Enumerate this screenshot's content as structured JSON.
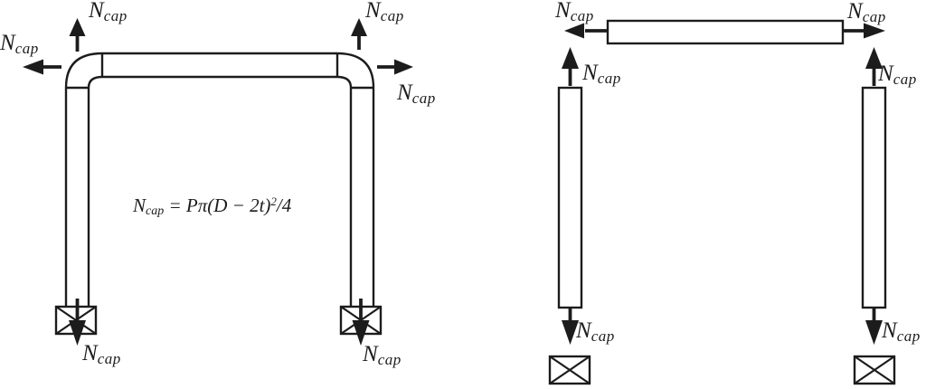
{
  "colors": {
    "ink": "#1c1c1c",
    "background": "#ffffff"
  },
  "force_label": {
    "base": "N",
    "subscript": "cap"
  },
  "formula": {
    "lhs_base": "N",
    "lhs_subscript": "cap",
    "equals_and_body": " = Pπ(D − 2t)",
    "exponent": "2",
    "tail": "/4"
  },
  "left_diagram": {
    "kind": "pipe-frame-with-end-cap-forces",
    "supports": "crossed-box-fixed-supports",
    "force_arrows": [
      "up-at-left-corner",
      "left-at-left-corner",
      "up-at-right-corner",
      "right-at-right-corner",
      "down-into-left-support",
      "down-into-right-support"
    ]
  },
  "right_diagram": {
    "kind": "exploded-free-body-members",
    "members": [
      "top-horizontal-bar",
      "left-column",
      "right-column"
    ],
    "supports": "crossed-box-fixed-supports",
    "force_arrows": [
      "left-at-bar-left-end",
      "right-at-bar-right-end",
      "up-at-left-column-top",
      "up-at-right-column-top",
      "down-at-left-column-bottom",
      "down-at-right-column-bottom"
    ]
  }
}
